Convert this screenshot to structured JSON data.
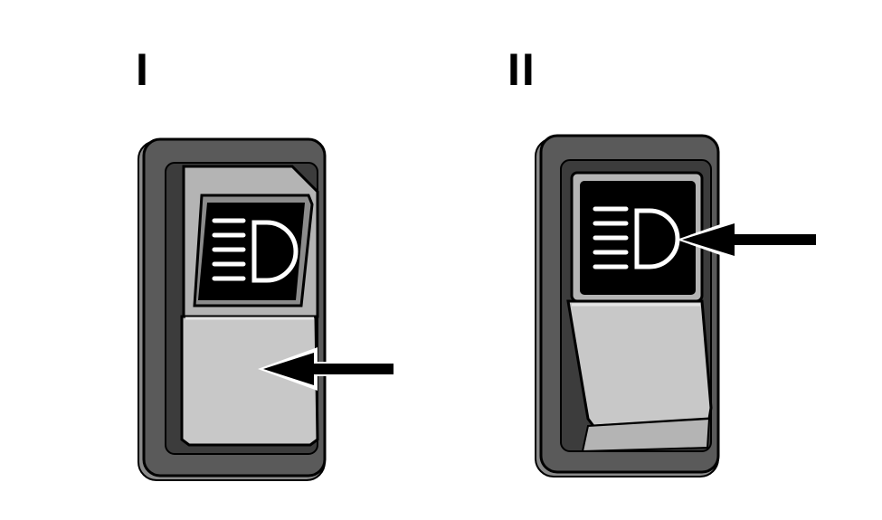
{
  "figure": {
    "panels": [
      {
        "label": "I",
        "state": "off",
        "arrow_target": "lower-rocker-half"
      },
      {
        "label": "II",
        "state": "on",
        "arrow_target": "headlight-symbol"
      }
    ],
    "icon": "headlight-high-beam-icon",
    "colors": {
      "bezel": "#5a5a5a",
      "bezel_edge": "#000000",
      "rocker": "#c8c8c8",
      "symbol_background": "#000000",
      "symbol": "#ffffff",
      "arrow": "#000000",
      "background": "#ffffff"
    }
  }
}
